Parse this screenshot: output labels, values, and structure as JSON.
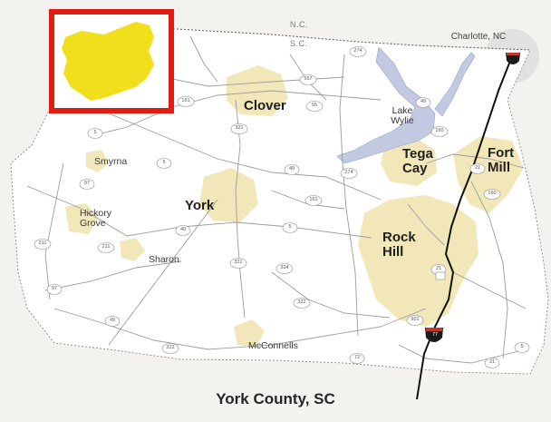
{
  "title": "York County, SC",
  "state_line": {
    "top": "N.C.",
    "bottom": "S.C."
  },
  "places": {
    "charlotte": "Charlotte, NC",
    "clover": "Clover",
    "lake_wylie": "Lake Wylie",
    "smyrna": "Smyrna",
    "tega_cay": "Tega Cay",
    "fort_mill": "Fort Mill",
    "york": "York",
    "hickory_grove": "Hickory Grove",
    "sharon": "Sharon",
    "rock_hill": "Rock Hill",
    "mcconnells": "McConnells"
  },
  "routes": {
    "r274a": "274",
    "r557": "557",
    "r161": "161",
    "r55": "55",
    "r321a": "321",
    "r5a": "5",
    "r5b": "5",
    "r49a": "49",
    "r160": "160",
    "r97": "97",
    "r274b": "274",
    "r49b": "49",
    "r161b": "161",
    "r21a": "21",
    "r160b": "160",
    "r5c": "5",
    "r49c": "49",
    "r211a": "211",
    "r211b": "211",
    "r321b": "321",
    "r324": "324",
    "r901": "901",
    "r322a": "322",
    "r322b": "322",
    "r97b": "97",
    "r72": "72",
    "r5d": "5",
    "r49d": "49",
    "r21b": "21",
    "r77": "77",
    "r21c": "21"
  },
  "colors": {
    "county_fill": "#ffffff",
    "county_border": "#8a8a8a",
    "urban": "#f2e7b8",
    "lake": "#c3c9e1",
    "inset_border": "#e11d12",
    "inset_fill": "#ffffff",
    "highlight": "#f1df1e",
    "interstate": "#111111",
    "roads": "#9c9c9c"
  }
}
